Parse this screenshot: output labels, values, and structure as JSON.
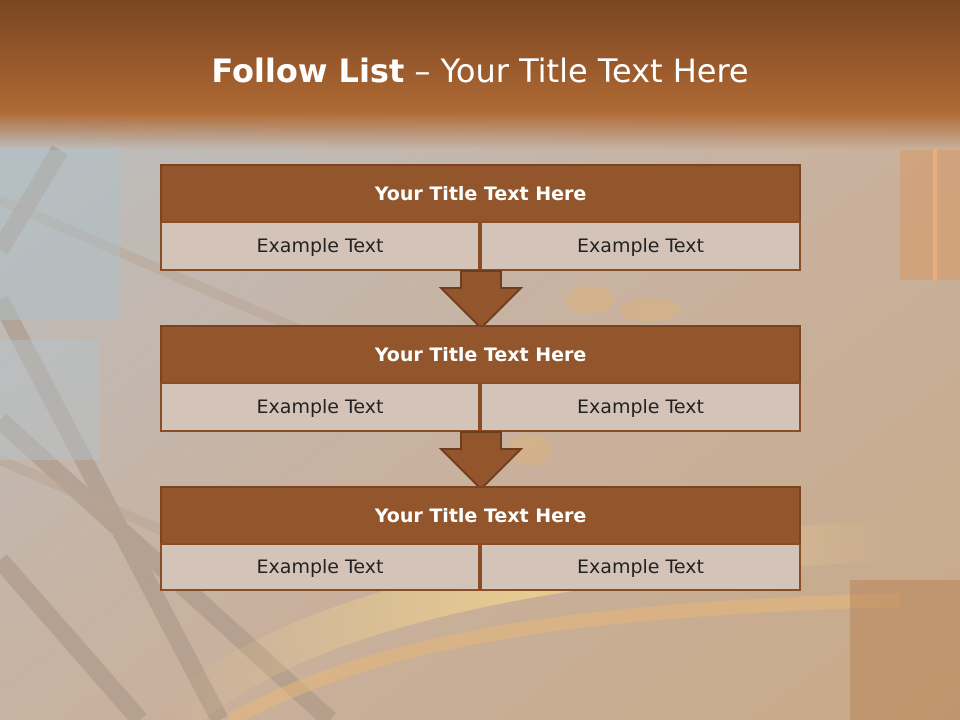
{
  "slide": {
    "title_bold": "Follow List",
    "title_rest": " – Your Title Text Here",
    "blocks": [
      {
        "title": "Your Title Text Here",
        "left": "Example Text",
        "right": "Example Text"
      },
      {
        "title": "Your Title Text Here",
        "left": "Example Text",
        "right": "Example Text"
      },
      {
        "title": "Your Title Text Here",
        "left": "Example Text",
        "right": "Example Text"
      }
    ]
  },
  "colors": {
    "header": "#9a5a2c",
    "block_title_fill": "#93552b",
    "cell_fill": "#d4c3b9",
    "arrow_fill": "#93552b"
  }
}
